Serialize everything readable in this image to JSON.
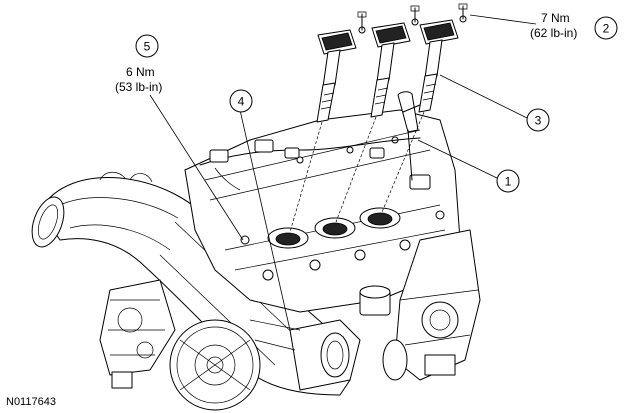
{
  "callouts": [
    {
      "number": "1",
      "torque_nm": "",
      "torque_lbin": ""
    },
    {
      "number": "2",
      "torque_nm": "7 Nm",
      "torque_lbin": "(62 lb-in)"
    },
    {
      "number": "3",
      "torque_nm": "",
      "torque_lbin": ""
    },
    {
      "number": "4",
      "torque_nm": "",
      "torque_lbin": ""
    },
    {
      "number": "5",
      "torque_nm": "6 Nm",
      "torque_lbin": "(53 lb-in)"
    }
  ],
  "figure_id": "N0117643"
}
